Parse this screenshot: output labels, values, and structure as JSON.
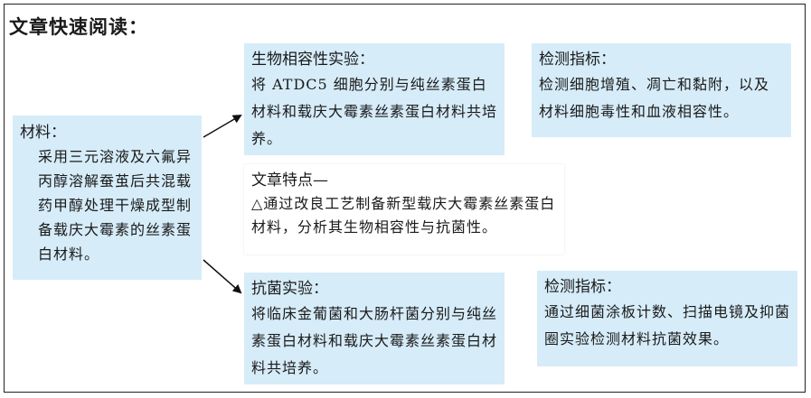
{
  "heading": "文章快速阅读：",
  "materials": {
    "title": "材料：",
    "text": "采用三元溶液及六氟异丙醇溶解蚕茧后共混载药甲醇处理干燥成型制备载庆大霉素的丝素蛋白材料。"
  },
  "biocompat": {
    "title": "生物相容性实验：",
    "text": "将 ATDC5 细胞分别与纯丝素蛋白材料和载庆大霉素丝素蛋白材料共培养。"
  },
  "biocompat_indicators": {
    "title": "检测指标：",
    "text": "检测细胞增殖、凋亡和黏附，以及材料细胞毒性和血液相容性。"
  },
  "features": {
    "title": "文章特点—",
    "text": "△通过改良工艺制备新型载庆大霉素丝素蛋白材料，分析其生物相容性与抗菌性。"
  },
  "antibacterial": {
    "title": "抗菌实验：",
    "text": "将临床金葡菌和大肠杆菌分别与纯丝素蛋白材料和载庆大霉素丝素蛋白材料共培养。"
  },
  "antibacterial_indicators": {
    "title": "检测指标：",
    "text": "通过细菌涂板计数、扫描电镜及抑菌圈实验检测材料抗菌效果。"
  }
}
